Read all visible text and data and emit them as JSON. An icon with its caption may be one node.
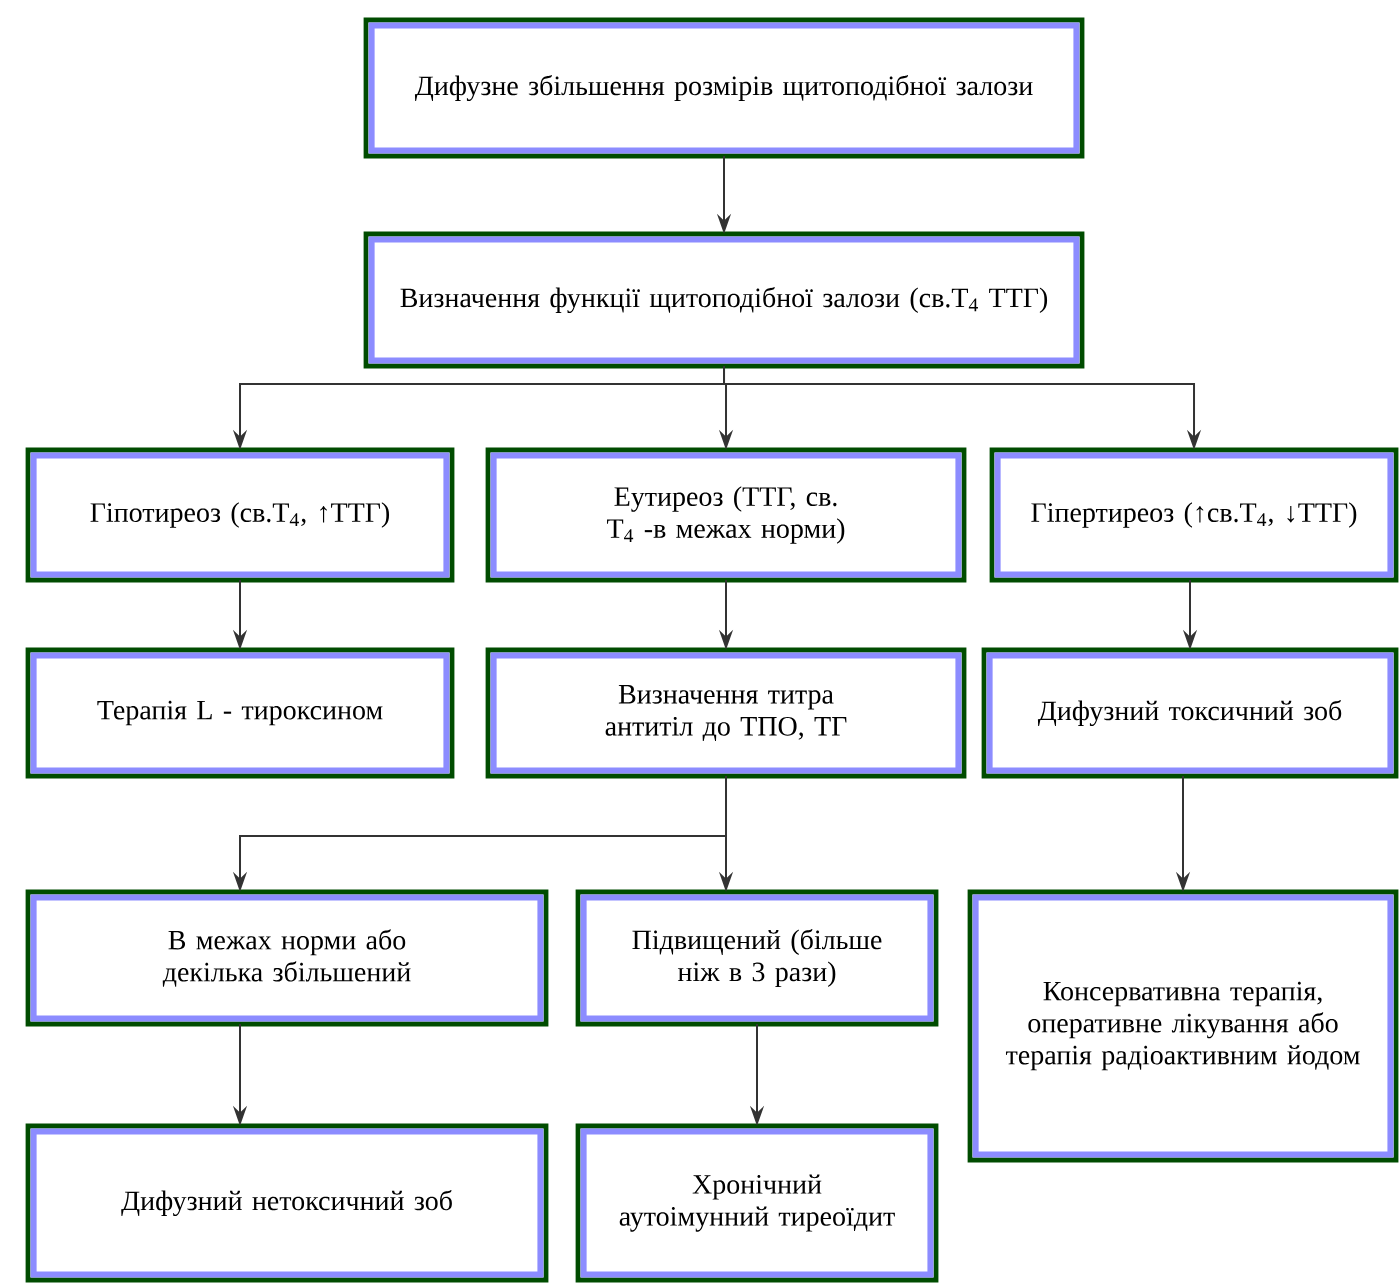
{
  "diagram": {
    "nodes": [
      {
        "text": [
          "Дифузне збільшення розмірів щитоподібної залози"
        ]
      },
      {
        "text": [
          "Визначення функції щитоподібної залози (св.Т$_{4}$ ТТГ)"
        ]
      },
      {
        "text": [
          "Гіпотиреоз (св.Т$_{4}$, ↑ТТГ)"
        ]
      },
      {
        "text": [
          "Еутиреоз (ТТГ, св. Т$_{4}$ -в межах норми)"
        ]
      },
      {
        "text": [
          "Гіпертиреоз (↑св.Т$_{4}$, ↓ТТГ)"
        ]
      },
      {
        "text": [
          "Терапія L - тироксином"
        ]
      },
      {
        "text": [
          "Визначення титра антитіл до ТПО, ТГ"
        ]
      },
      {
        "text": [
          "Дифузний токсичний зоб"
        ]
      },
      {
        "text": [
          "В межах норми або декілька збільшений"
        ]
      },
      {
        "text": [
          "Підвищений (більше ніж в 3 рази)"
        ]
      },
      {
        "text": [
          "Консервативна терапія, оперативне лікування або терапія радіоактивним йодом"
        ]
      },
      {
        "text": [
          "Дифузний нетоксичний зоб"
        ]
      },
      {
        "text": [
          "Хронічний аутоімунний тиреоїдит"
        ]
      }
    ],
    "edges": [
      {
        "from": 0,
        "to": 1,
        "arrow": "to"
      },
      {
        "from": 1,
        "to": 2,
        "arrow": "to"
      },
      {
        "from": 1,
        "to": 3,
        "arrow": "to"
      },
      {
        "from": 1,
        "to": 4,
        "arrow": "to"
      },
      {
        "from": 2,
        "to": 5,
        "arrow": "to"
      },
      {
        "from": 3,
        "to": 6,
        "arrow": "to"
      },
      {
        "from": 4,
        "to": 7,
        "arrow": "to"
      },
      {
        "from": 6,
        "to": 8,
        "arrow": "to"
      },
      {
        "from": 6,
        "to": 9,
        "arrow": "to"
      },
      {
        "from": 7,
        "to": 10,
        "arrow": "to"
      },
      {
        "from": 8,
        "to": 11,
        "arrow": "to"
      },
      {
        "from": 9,
        "to": 12,
        "arrow": "to"
      }
    ]
  }
}
